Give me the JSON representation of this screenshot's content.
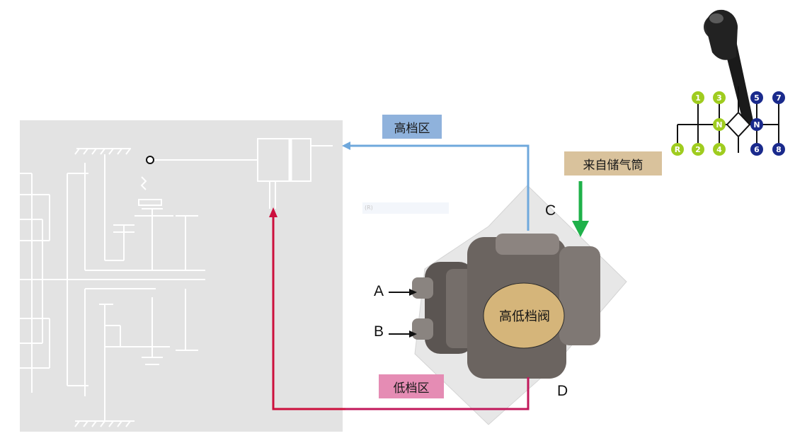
{
  "labels": {
    "high_zone": "高档区",
    "low_zone": "低档区",
    "from_reservoir": "来自储气筒",
    "valve_name": "高低档阀",
    "port_a": "A",
    "port_b": "B",
    "port_c": "C",
    "port_d": "D",
    "faint_caption": "(R)"
  },
  "shift_pattern": {
    "top": [
      "1",
      "3",
      "5",
      "7"
    ],
    "bottom": [
      "R",
      "2",
      "4",
      "6",
      "8"
    ],
    "neutral_left": "N",
    "neutral_right": "N"
  },
  "colors": {
    "high_line": "#6fa8dc",
    "low_line": "#cc0f3d",
    "supply_arrow": "#1fb14a",
    "high_tag": "#8fb2dc",
    "low_tag": "#e58cb4",
    "supply_tag": "#d9c29c",
    "valve_ellipse": "#d5b57a",
    "low_range_gear_dots": "#9fcc1f",
    "high_range_gear_dots": "#1a2a8c",
    "schematic_bg": "#e3e3e3"
  }
}
